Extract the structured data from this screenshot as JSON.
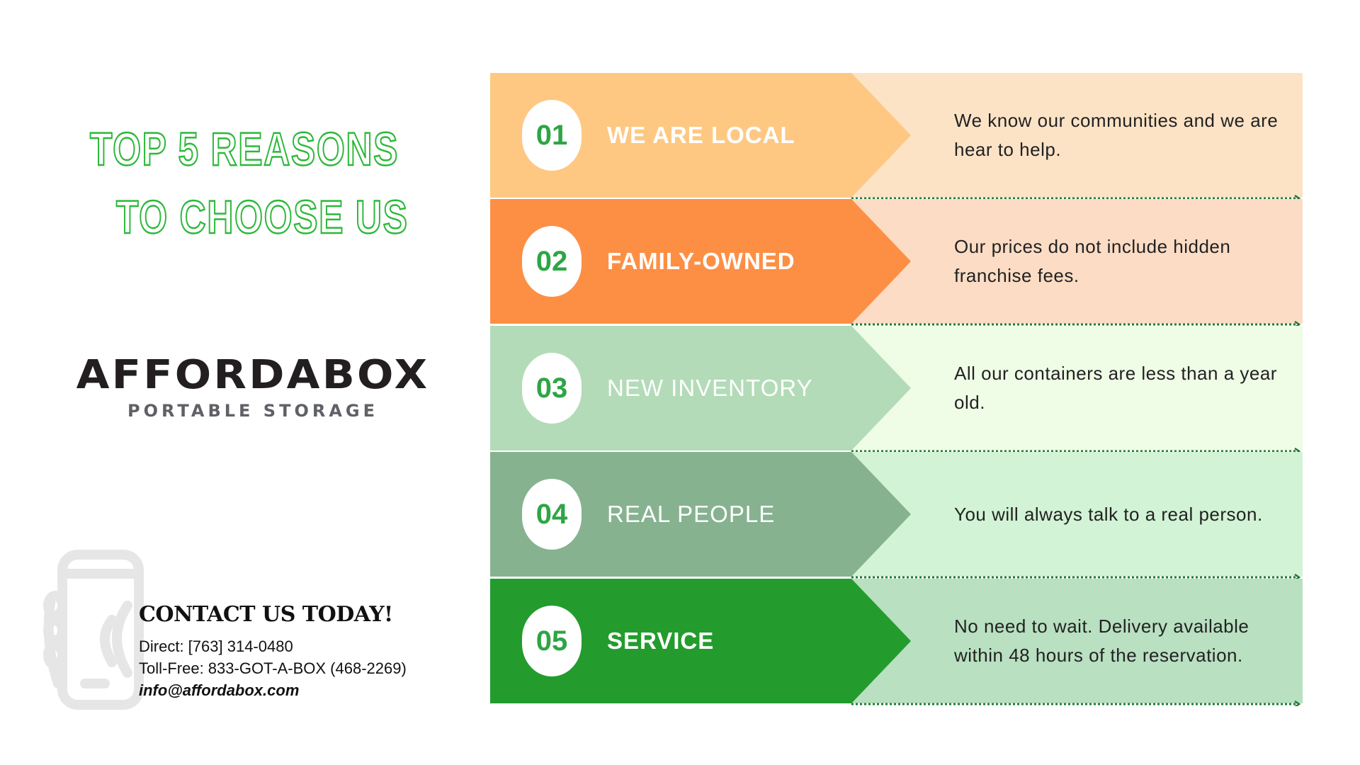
{
  "title": {
    "line1": "TOP 5 REASONS",
    "line2": "TO CHOOSE US"
  },
  "logo": {
    "name": "AFFORDABOX",
    "tagline": "PORTABLE STORAGE"
  },
  "contact": {
    "heading": "CONTACT US TODAY!",
    "direct": "Direct: [763] 314-0480",
    "toll_free": "Toll-Free: 833-GOT-A-BOX (468-2269)",
    "email": "info@affordabox.com"
  },
  "reasons": [
    {
      "number": "01",
      "label": "WE ARE LOCAL",
      "description": "We know our communities and we are hear to help.",
      "color": "#fec883",
      "light": "#fce3c6",
      "bold": true
    },
    {
      "number": "02",
      "label": "FAMILY-OWNED",
      "description": "Our prices do not include hidden franchise fees.",
      "color": "#fd8f45",
      "light": "#fcdcc5",
      "bold": true
    },
    {
      "number": "03",
      "label": "NEW INVENTORY",
      "description": "All our containers are less than a year old.",
      "color": "#b3dbb8",
      "light": "#effce6",
      "bold": false
    },
    {
      "number": "04",
      "label": "REAL PEOPLE",
      "description": "You will always talk to a real person.",
      "color": "#86b290",
      "light": "#d2f3d5",
      "bold": false
    },
    {
      "number": "05",
      "label": "SERVICE",
      "description": "No need to wait. Delivery available within 48 hours of the reservation.",
      "color": "#239c2d",
      "light": "#b8e0c1",
      "bold": true
    }
  ]
}
